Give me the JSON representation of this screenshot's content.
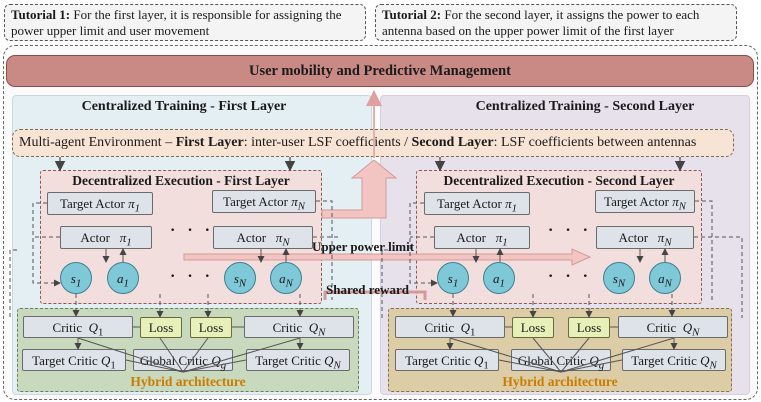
{
  "tutorials": [
    {
      "label": "Tutorial 1:",
      "text": " For the first layer, it is responsible for assigning the power upper limit and user movement"
    },
    {
      "label": "Tutorial 2:",
      "text": " For the second layer, it assigns the power to each antenna based on the upper power limit of the first layer"
    }
  ],
  "banner": "User mobility and Predictive Management",
  "first_layer": {
    "title": "Centralized Training - First Layer",
    "execution_title": "Decentralized Execution - First Layer",
    "hybrid_title": "Hybrid architecture"
  },
  "second_layer": {
    "title": "Centralized Training - Second Layer",
    "execution_title": "Decentralized Execution - Second Layer",
    "hybrid_title": "Hybrid architecture"
  },
  "environment": {
    "prefix": "Multi-agent Environment  –  ",
    "first_bold": "First Layer",
    "first_text": ": inter-user LSF coefficients / ",
    "second_bold": "Second Layer",
    "second_text": ": LSF coefficients between antennas"
  },
  "agents": {
    "target_actor": "Target Actor",
    "actor": "Actor",
    "pi_1": "π",
    "pi_N": "π",
    "sub_1": "1",
    "sub_N": "N",
    "state": "s",
    "action": "a",
    "dots": "· · ·"
  },
  "critics": {
    "critic": "Critic",
    "q": "Q",
    "loss": "Loss",
    "target_critic": "Target Critic",
    "global_critic": "Global Critic",
    "sub_g": "g"
  },
  "flows": {
    "upper_power_limit": "Upper power limit",
    "shared_reward": "Shared reward"
  },
  "colors": {
    "banner": "#c98a86",
    "blue_pane": "#e4eff3",
    "purple_pane": "#e7e1ec",
    "environment": "#f8e4d5",
    "execution": "#f3dede",
    "node": "#7fc8d8",
    "hybrid_green": "#c9d9bd",
    "hybrid_tan": "#dccda7",
    "hybrid_title": "#c97c00",
    "flow_arrow": "#e8a8a8"
  }
}
